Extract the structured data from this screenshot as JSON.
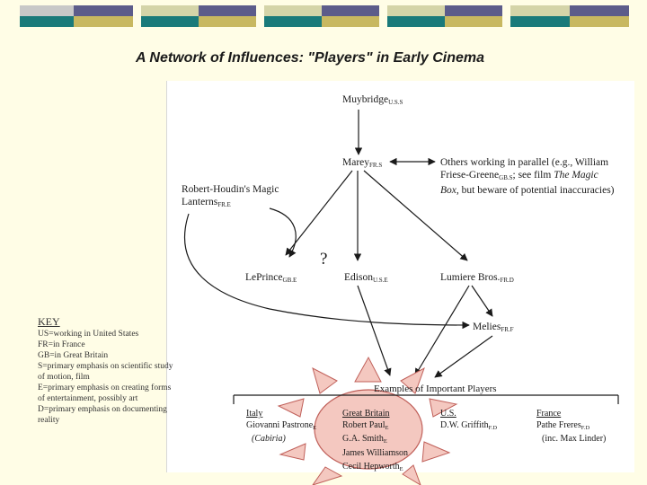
{
  "slide": {
    "title": "A Network of Influences: \"Players\" in Early Cinema"
  },
  "theme": {
    "band_colors": [
      "#c8c8c8",
      "#5c5c8a",
      "#d4d4a8",
      "#1a7a7a",
      "#c8b860"
    ],
    "sun_fill": "#f4c8c0",
    "sun_stroke": "#c0605a"
  },
  "diagram": {
    "muybridge": {
      "name": "Muybridge",
      "sub": "U.S.S"
    },
    "marey": {
      "name": "Marey",
      "sub": "FR.S"
    },
    "others": {
      "line1": "Others working in parallel (e.g., William",
      "line2_a": "Friese-Greene",
      "line2_sub": "GB.S",
      "line2_b": "; see film ",
      "line2_italic": "The Magic",
      "line3_italic": "Box",
      "line3_b": ", but beware of potential inaccuracies)"
    },
    "houdin": {
      "line1": "Robert-Houdin's Magic",
      "line2": "Lanterns",
      "sub": "FR.E"
    },
    "leprince": {
      "name": "LePrince",
      "sub": "GB.E"
    },
    "edison": {
      "name": "Edison",
      "sub": "U.S.E"
    },
    "lumiere": {
      "name": "Lumiere Bros.",
      "sub": "FR.D"
    },
    "melies": {
      "name": "Melies",
      "sub": "FR.F"
    },
    "question_mark": "?"
  },
  "key": {
    "title": "KEY",
    "lines": [
      "US=working in United States",
      "FR=in France",
      "GB=in Great Britain",
      "S=primary emphasis on scientific study",
      "of motion, film",
      "E=primary emphasis on creating forms",
      "of entertainment, possibly art",
      "D=primary emphasis on documenting",
      "reality"
    ]
  },
  "examples": {
    "title": "Examples of Important Players",
    "italy": {
      "heading": "Italy",
      "line1": "Giovanni Pastrone",
      "line1_sub": "E",
      "line2": "(Cabiria)"
    },
    "great_britain": {
      "heading": "Great Britain",
      "people": [
        "Robert Paul",
        "G.A. Smith",
        "James Williamson",
        "Cecil Hepworth"
      ],
      "subs": [
        "E",
        "E",
        "",
        "E"
      ]
    },
    "us": {
      "heading": "U.S.",
      "line1": "D.W. Griffith",
      "line1_sub": "F.D"
    },
    "france": {
      "heading": "France",
      "line1": "Pathe Freres",
      "line1_sub": "F.D",
      "line2": "(inc. Max Linder)"
    }
  }
}
